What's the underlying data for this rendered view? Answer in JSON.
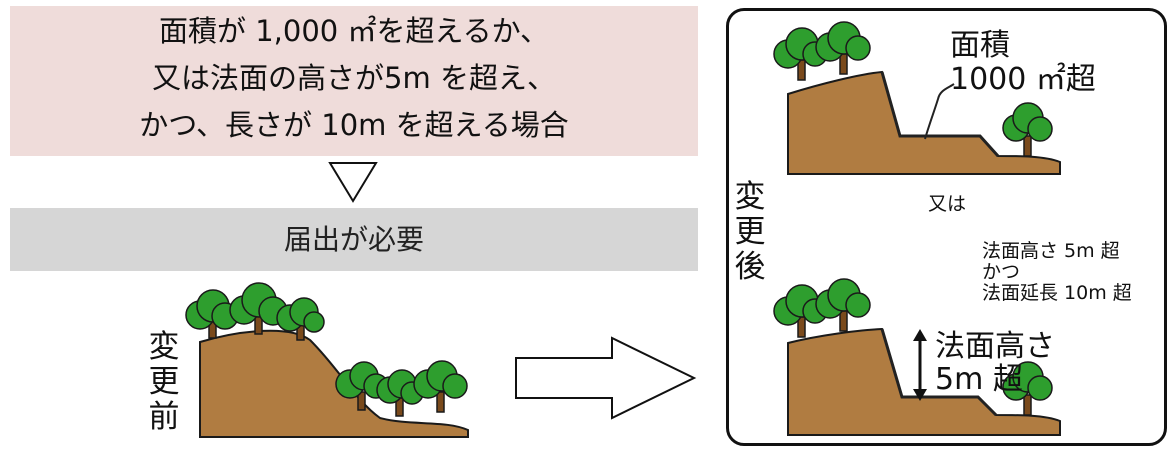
{
  "condition": {
    "lines": [
      "面積が 1,000 ㎡を超えるか、",
      "又は法面の高さが5m を超え、",
      "かつ、長さが 10m を超える場合"
    ]
  },
  "result": {
    "label": "届出が必要"
  },
  "before": {
    "label": "変更前"
  },
  "after": {
    "label": "変更後",
    "top_annotation": {
      "line1": "面積",
      "line2": "1000 ㎡超"
    },
    "or_text": "又は",
    "conditions": [
      "法面高さ 5m 超",
      "かつ",
      "法面延長 10m 超"
    ],
    "height_annotation": {
      "line1": "法面高さ",
      "line2": "5m 超"
    }
  },
  "colors": {
    "condition_bg": "#efdcda",
    "result_bg": "#d6d6d6",
    "soil": "#b07c41",
    "tree_green": "#2e9e2e",
    "trunk": "#7a4a1c"
  }
}
